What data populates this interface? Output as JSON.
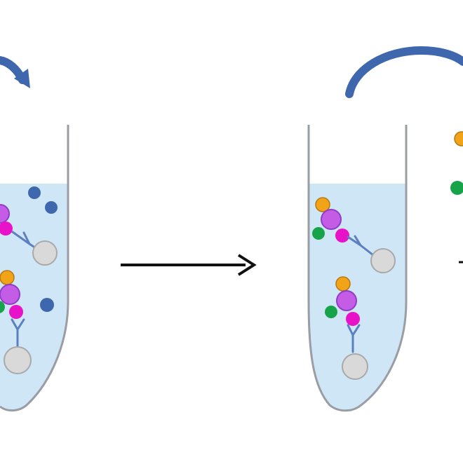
{
  "diagram": {
    "background": "#ffffff",
    "colors": {
      "tube_outline": "#9a9da3",
      "liquid": "#cfe6f7",
      "liquid_edge": "#b9d9f1",
      "curved_arrow": "#3f67ad",
      "process_arrow": "#111111",
      "bead_fill": "#d9d9d9",
      "bead_stroke": "#a9a9a9",
      "antibody": "#5b7fc0",
      "orange_protein": "#f2a419",
      "purple_protein": "#c45ce6",
      "magenta_protein": "#e812c8",
      "green_protein": "#17a34a",
      "blue_protein": "#3f67ad"
    },
    "steps": [
      {
        "id": "before-wash",
        "contains": [
          "beads",
          "antibodies",
          "target-complexes",
          "unbound-proteins"
        ]
      },
      {
        "id": "after-wash",
        "contains": [
          "beads",
          "antibodies",
          "target-complexes"
        ]
      },
      {
        "id": "elution",
        "contains": [
          "released-proteins"
        ]
      }
    ]
  }
}
